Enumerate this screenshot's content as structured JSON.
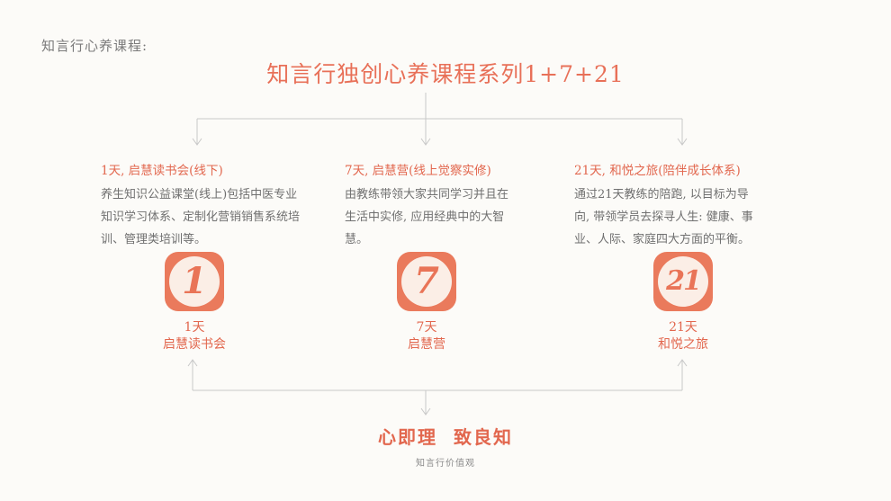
{
  "page_label": "知言行心养课程:",
  "main_title": "知言行独创心养课程系列1+7+21",
  "columns": [
    {
      "title": "1天, 启慧读书会(线下)",
      "description": "养生知识公益课堂(线上)包括中医专业知识学习体系、定制化营销销售系统培训、管理类培训等。",
      "badge_number": "1",
      "caption_days": "1天",
      "caption_name": "启慧读书会"
    },
    {
      "title": "7天, 启慧营(线上觉察实修)",
      "description": "由教练带领大家共同学习并且在生活中实修, 应用经典中的大智慧。",
      "badge_number": "7",
      "caption_days": "7天",
      "caption_name": "启慧营"
    },
    {
      "title": "21天, 和悦之旅(陪伴成长体系)",
      "description": "通过21天教练的陪跑, 以目标为导向, 带领学员去探寻人生: 健康、事业、人际、家庭四大方面的平衡。",
      "badge_number": "21",
      "caption_days": "21天",
      "caption_name": "和悦之旅"
    }
  ],
  "motto": "心即理  致良知",
  "motto_sub": "知言行价值观",
  "colors": {
    "accent": "#e2674e",
    "badge": "#ea7a5c",
    "line": "#c8c8c8",
    "text": "#707070"
  }
}
